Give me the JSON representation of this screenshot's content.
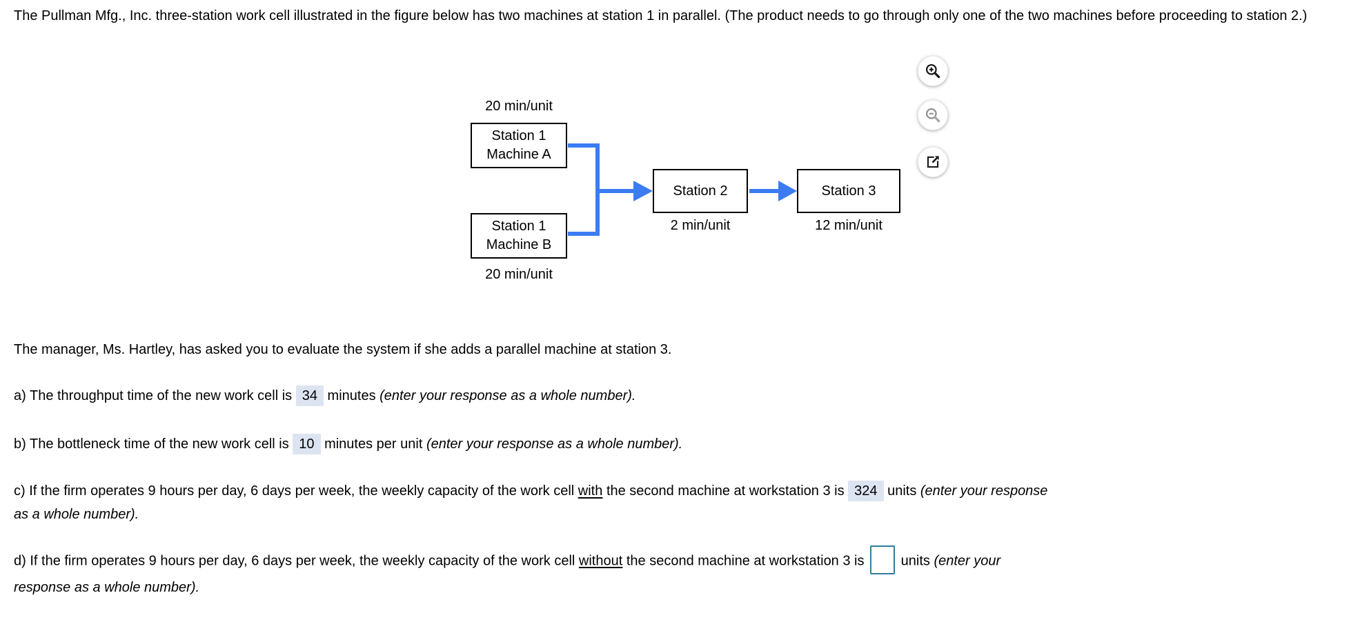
{
  "intro": "The Pullman Mfg., Inc. three-station work cell illustrated in the figure below has two machines at station 1 in parallel. (The product needs to go through only one of the two machines before proceeding to station 2.)",
  "figure": {
    "station1a": {
      "line1": "Station 1",
      "line2": "Machine A",
      "rate": "20 min/unit"
    },
    "station1b": {
      "line1": "Station 1",
      "line2": "Machine B",
      "rate": "20 min/unit"
    },
    "station2": {
      "label": "Station 2",
      "rate": "2 min/unit"
    },
    "station3": {
      "label": "Station 3",
      "rate": "12 min/unit"
    }
  },
  "toolbar": {
    "icons": [
      {
        "name": "zoom-in-icon"
      },
      {
        "name": "zoom-out-icon"
      },
      {
        "name": "open-in-new-window-icon"
      }
    ]
  },
  "manager_line": "The manager, Ms. Hartley, has asked you to evaluate the system if she adds a parallel machine at station 3.",
  "questions": {
    "a": {
      "prefix": "a) The throughput time of the new work cell is",
      "answer": "34",
      "middle": "minutes",
      "hint": "(enter your response as a whole number)."
    },
    "b": {
      "prefix": "b) The bottleneck time of the new work cell is",
      "answer": "10",
      "middle": "minutes per unit",
      "hint": "(enter your response as a whole number)."
    },
    "c": {
      "prefix": "c) If the firm operates 9 hours per day, 6 days per week, the weekly capacity of the work cell",
      "underlined": "with",
      "middle": "the second machine at workstation 3 is",
      "answer": "324",
      "suffix": "units",
      "hint": "(enter your response as a whole number)."
    },
    "d": {
      "prefix": "d) If the firm operates 9 hours per day, 6 days per week, the weekly capacity of the work cell",
      "underlined": "without",
      "middle": "the second machine at workstation 3 is",
      "input_value": "",
      "suffix": "units",
      "hint": "(enter your response as a whole number)."
    }
  },
  "colors": {
    "arrow": "#3b7cf2",
    "answer_highlight": "#dde4f1",
    "input_border": "#2e7d9c",
    "box_border": "#000000",
    "icon_dark": "#1a1a1a",
    "icon_disabled": "#8f8f8f"
  }
}
